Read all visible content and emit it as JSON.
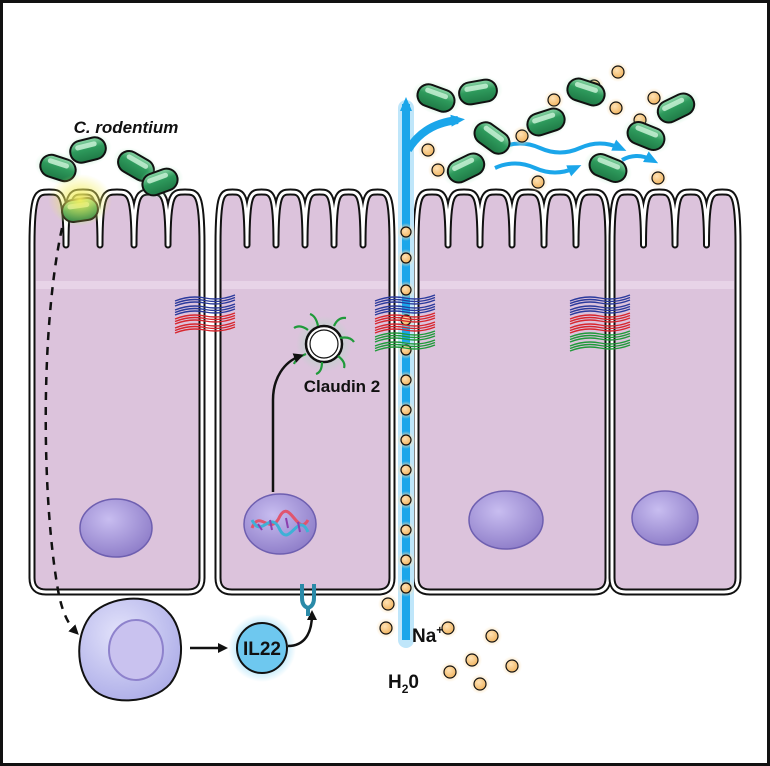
{
  "labels": {
    "bacterium": "C. rodentium",
    "protein": "Claudin 2",
    "cytokine": "IL22",
    "ion_symbol": "Na",
    "ion_charge": "+",
    "water_h": "H",
    "water_sub": "2",
    "water_o": "0"
  },
  "colors": {
    "frame": "#111111",
    "cell_fill": "#dcc3dc",
    "nucleus": "#a99ad6",
    "bacterium_fill": "#2e9a5c",
    "bacterium_highlight": "#8fd9aa",
    "water_flow": "#1ba6ea",
    "sodium_ion": "#f4c07a",
    "il22_fill": "#6ec8ef",
    "immune_cell": "#b7b7ec",
    "tight_junction_blue": "#2b3a9c",
    "tight_junction_red": "#d7262e",
    "claudin2_green": "#1f9a3a",
    "infection_glow": "#f4ef6e"
  },
  "icons": [
    "bacterium-icon",
    "sodium-ion-icon",
    "il22-receptor-icon",
    "dna-icon",
    "immune-cell-icon"
  ]
}
